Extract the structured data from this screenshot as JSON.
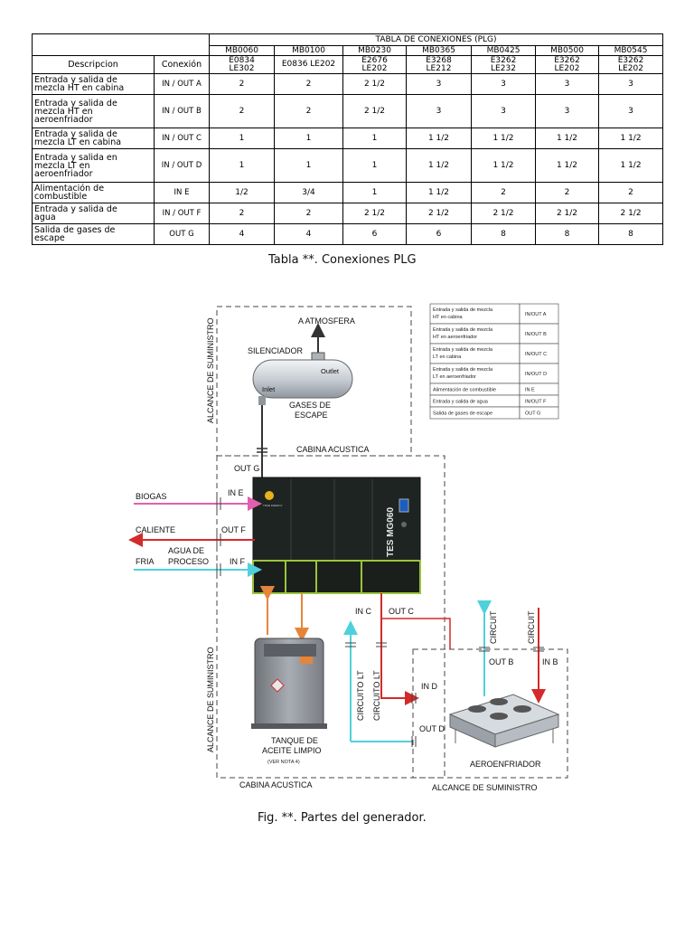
{
  "table": {
    "main_header": "TABLA DE CONEXIONES (PLG)",
    "col_desc": "Descripcion",
    "col_conn": "Conexión",
    "models": [
      "MB0060",
      "MB0100",
      "MB0230",
      "MB0365",
      "MB0425",
      "MB0500",
      "MB0545"
    ],
    "engines": [
      [
        "E0834",
        "LE302"
      ],
      [
        "E0836 LE202"
      ],
      [
        "E2676",
        "LE202"
      ],
      [
        "E3268",
        "LE212"
      ],
      [
        "E3262",
        "LE232"
      ],
      [
        "E3262",
        "LE202"
      ],
      [
        "E3262",
        "LE202"
      ]
    ],
    "rows": [
      {
        "desc": [
          "Entrada y salida de",
          "mezcla HT en cabina"
        ],
        "conn": "IN / OUT A",
        "values": [
          "2",
          "2",
          "2 1/2",
          "3",
          "3",
          "3",
          "3"
        ]
      },
      {
        "desc": [
          "Entrada y salida de",
          "mezcla HT en",
          "aeroenfriador"
        ],
        "conn": "IN / OUT B",
        "values": [
          "2",
          "2",
          "2 1/2",
          "3",
          "3",
          "3",
          "3"
        ]
      },
      {
        "desc": [
          "Entrada y salida de",
          "mezcla LT en cabina"
        ],
        "conn": "IN / OUT C",
        "values": [
          "1",
          "1",
          "1",
          "1 1/2",
          "1 1/2",
          "1 1/2",
          "1 1/2"
        ]
      },
      {
        "desc": [
          "Entrada y salida en",
          "mezcla LT en",
          "aeroenfriador"
        ],
        "conn": "IN / OUT D",
        "values": [
          "1",
          "1",
          "1",
          "1 1/2",
          "1 1/2",
          "1 1/2",
          "1 1/2"
        ]
      },
      {
        "desc": [
          "Alimentación de",
          "combustible"
        ],
        "conn": "IN E",
        "values": [
          "1/2",
          "3/4",
          "1",
          "1 1/2",
          "2",
          "2",
          "2"
        ]
      },
      {
        "desc": [
          "Entrada y salida de",
          "agua"
        ],
        "conn": "IN / OUT F",
        "values": [
          "2",
          "2",
          "2 1/2",
          "2 1/2",
          "2 1/2",
          "2 1/2",
          "2 1/2"
        ]
      },
      {
        "desc": [
          "Salida de gases de",
          "escape"
        ],
        "conn": "OUT G",
        "values": [
          "4",
          "4",
          "6",
          "6",
          "8",
          "8",
          "8"
        ]
      }
    ],
    "caption": "Tabla **. Conexiones PLG"
  },
  "figure": {
    "caption": "Fig. **. Partes del generador.",
    "labels": {
      "atmosfera": "A ATMOSFERA",
      "silenciador": "SILENCIADOR",
      "outlet": "Outlet",
      "inlet": "Inlet",
      "gases1": "GASES DE",
      "gases2": "ESCAPE",
      "alcance_top": "ALCANCE DE SUMINISTRO",
      "alcance_bottom": "ALCANCE DE SUMINISTRO",
      "alcance_bottom_right": "ALCANCE DE SUMINISTRO",
      "cabina_top": "CABINA ACUSTICA",
      "cabina_bottom": "CABINA ACUSTICA",
      "out_g": "OUT G",
      "biogas": "BIOGAS",
      "in_e": "IN E",
      "caliente": "CALIENTE",
      "out_f": "OUT F",
      "agua1": "AGUA DE",
      "agua2": "PROCESO",
      "fria": "FRIA",
      "in_f": "IN F",
      "in_c": "IN C",
      "out_c": "OUT C",
      "circuit1": "CIRCUIT",
      "circuit2": "CIRCUIT",
      "out_b": "OUT B",
      "in_b": "IN B",
      "in_d": "IN D",
      "out_d": "OUT D",
      "circuito_lt1": "CIRCUITO LT",
      "circuito_lt2": "CIRCUITO LT",
      "tanque1": "TANQUE DE",
      "tanque2": "ACEITE LIMPIO",
      "tanque3": "(VER NOTA 4)",
      "aeroenfriador": "AEROENFRIADOR",
      "genset": "TES MG060",
      "logo": "TRUE ENERGY"
    },
    "legend": [
      {
        "desc": [
          "Entrada y salida de mezcla",
          "HT en cabina"
        ],
        "code": "IN/OUT A"
      },
      {
        "desc": [
          "Entrada y salida de mezcla",
          "HT en aeroenfriador"
        ],
        "code": "IN/OUT B"
      },
      {
        "desc": [
          "Entrada y salida de mezcla",
          "LT en cabina"
        ],
        "code": "IN/OUT C"
      },
      {
        "desc": [
          "Entrada y salida de mezcla",
          "LT en aeroenfriador"
        ],
        "code": "IN/OUT D"
      },
      {
        "desc": [
          "Alimentación de combustible"
        ],
        "code": "IN E"
      },
      {
        "desc": [
          "Entrada y salida de agua"
        ],
        "code": "IN/OUT F"
      },
      {
        "desc": [
          "Salida de gases de escape"
        ],
        "code": "OUT G"
      }
    ],
    "colors": {
      "orange": "#e6853a",
      "red": "#d42a2a",
      "cyan": "#4fd1dc",
      "magenta": "#e05fb0",
      "green": "#9ac43a",
      "cabinet": "#1e2421"
    }
  }
}
